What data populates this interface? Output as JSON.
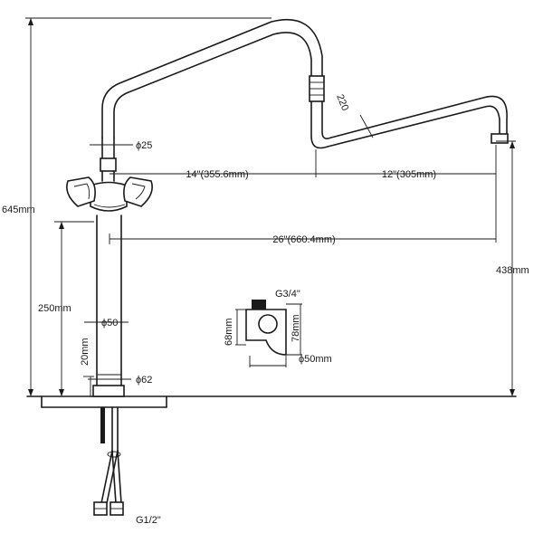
{
  "dimensions": {
    "total_height": "645mm",
    "base_pipe_diameter": "ϕ25",
    "spout_first_section": "14\"(355.6mm)",
    "spout_second_section": "12\"(305mm)",
    "spout_total_reach": "26\"(660.4mm)",
    "outlet_height": "438mm",
    "body_height": "250mm",
    "body_diameter": "ϕ50",
    "base_height": "20mm",
    "base_diameter": "ϕ62",
    "joint_angle": "220",
    "supply_thread": "G1/2\""
  },
  "detail": {
    "thread": "G3/4\"",
    "height_inner": "68mm",
    "height_outer": "78mm",
    "diameter": "ϕ50mm"
  }
}
